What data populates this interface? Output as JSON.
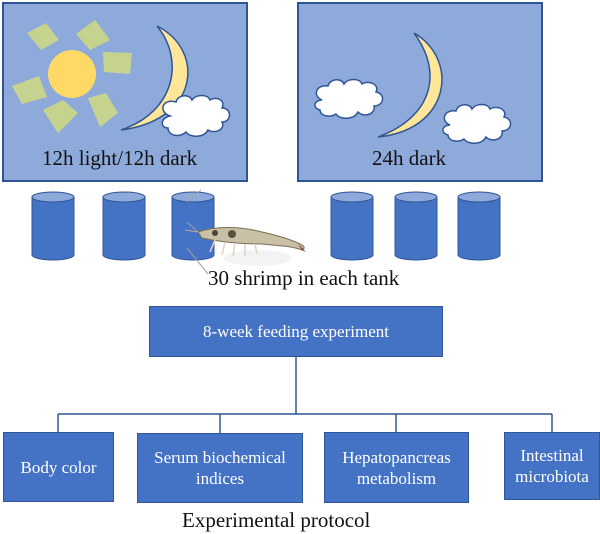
{
  "panels": [
    {
      "label": "12h light/12h dark",
      "icons": [
        "sun-icon",
        "moon-icon",
        "cloud-icon"
      ]
    },
    {
      "label": "24h dark",
      "icons": [
        "cloud-icon",
        "moon-icon",
        "cloud-icon"
      ]
    }
  ],
  "tanks": {
    "count": 6,
    "caption": "30 shrimp in each tank"
  },
  "flow": {
    "root": "8-week feeding experiment",
    "children": [
      "Body color",
      "Serum biochemical indices",
      "Hepatopancreas metabolism",
      "Intestinal microbiota"
    ]
  },
  "caption": "Experimental protocol",
  "colors": {
    "panel": "#8eaadb",
    "tank": "#4472c4",
    "box": "#4472c4",
    "sun": "#ffd966",
    "ray": "#c5d38f",
    "moon": "#ffe699"
  }
}
